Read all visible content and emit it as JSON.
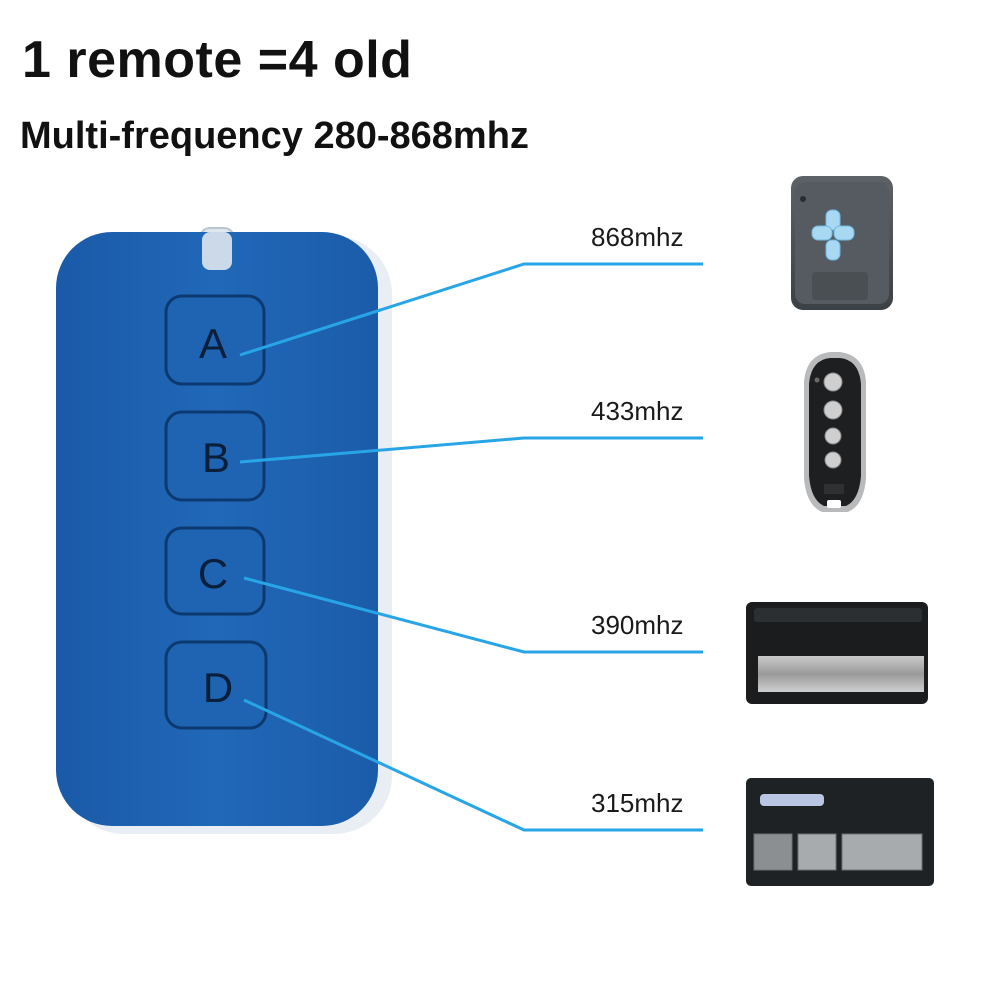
{
  "headline": "1 remote =4 old",
  "subheadline": "Multi-frequency 280-868mhz",
  "remote_buttons": [
    {
      "letter": "A"
    },
    {
      "letter": "B"
    },
    {
      "letter": "C"
    },
    {
      "letter": "D"
    }
  ],
  "frequencies": [
    {
      "label": "868mhz",
      "button": "A"
    },
    {
      "label": "433mhz",
      "button": "B"
    },
    {
      "label": "390mhz",
      "button": "C"
    },
    {
      "label": "315mhz",
      "button": "D"
    }
  ],
  "colors": {
    "remote_body": "#1d63b4",
    "remote_edge": "#e8eef5",
    "connector_line": "#27a5e6",
    "text": "#111111"
  }
}
